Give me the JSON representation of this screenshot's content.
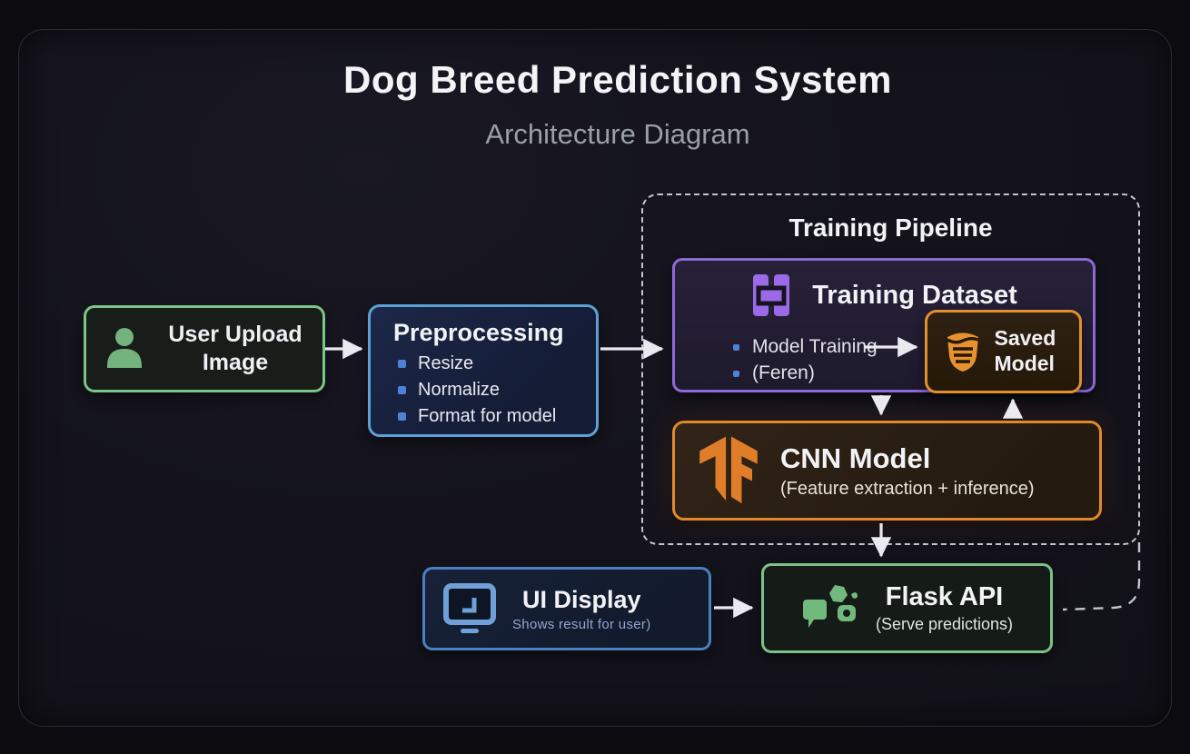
{
  "header": {
    "title": "Dog Breed Prediction System",
    "subtitle": "Architecture Diagram"
  },
  "nodes": {
    "user_upload": {
      "label": "User Upload Image"
    },
    "preprocessing": {
      "title": "Preprocessing",
      "items": [
        "Resize",
        "Normalize",
        "Format for model"
      ]
    },
    "pipeline": {
      "label": "Training Pipeline"
    },
    "training_dataset": {
      "title": "Training Dataset",
      "items": [
        "Model Training",
        "(Feren)"
      ]
    },
    "saved_model": {
      "label": "Saved Model"
    },
    "cnn_model": {
      "title": "CNN Model",
      "subtitle": "(Feature extraction + inference)"
    },
    "ui_display": {
      "title": "UI Display",
      "subtitle": "Shows result for user)"
    },
    "flask_api": {
      "title": "Flask API",
      "subtitle": "(Serve predictions)"
    }
  },
  "colors": {
    "green_accent": "#7cc487",
    "blue_accent": "#5d9fd6",
    "purple_accent": "#8f68d8",
    "orange_accent": "#e2882a",
    "arrow": "#e9e9ef",
    "dashed_border": "#c3c6cf",
    "panel_bg": "#14131c"
  }
}
